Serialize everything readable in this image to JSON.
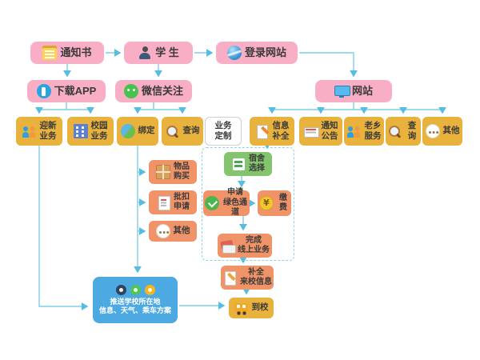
{
  "colors": {
    "pink": "#f8afc6",
    "gold": "#e9b23c",
    "orange": "#f09368",
    "green": "#85c46f",
    "blue": "#4da9e2",
    "connector": "#7fcde9"
  },
  "nodes": {
    "notice_letter": {
      "label": "通知书"
    },
    "student": {
      "label": "学 生"
    },
    "login_site": {
      "label": "登录网站"
    },
    "download_app": {
      "label": "下载APP"
    },
    "wechat_follow": {
      "label": "微信关注"
    },
    "website": {
      "label": "网站"
    },
    "orientation_service": {
      "label": "迎新\n业务"
    },
    "campus_service": {
      "label": "校园\n业务"
    },
    "bind": {
      "label": "绑定"
    },
    "query_wechat": {
      "label": "查询"
    },
    "business_custom": {
      "label": "业务\n定制"
    },
    "info_complete": {
      "label": "信息\n补全"
    },
    "announcements": {
      "label": "通知\n公告"
    },
    "hometown_service": {
      "label": "老乡\n服务"
    },
    "query_web": {
      "label": "查询"
    },
    "other_web": {
      "label": "其他"
    },
    "dorm_select": {
      "label": "宿舍\n选择"
    },
    "item_purchase": {
      "label": "物品\n购买"
    },
    "batch_deduct": {
      "label": "批扣\n申请"
    },
    "other_wechat": {
      "label": "其他"
    },
    "green_channel": {
      "label": "申请\n绿色通道"
    },
    "pay": {
      "label": "缴费"
    },
    "finish_online": {
      "label": "完成\n线上业务"
    },
    "fill_arrival": {
      "label": "补全\n来校信息"
    },
    "arrive_school": {
      "label": "到校"
    },
    "push_info": {
      "label": "推送学校所在地\n信息、天气、乘车方案"
    }
  },
  "edges": [
    {
      "from": "notice_letter",
      "to": "student"
    },
    {
      "from": "student",
      "to": "login_site"
    },
    {
      "from": "notice_letter",
      "to": "download_app"
    },
    {
      "from": "student",
      "to": "wechat_follow"
    },
    {
      "from": "login_site",
      "to": "website"
    },
    {
      "from": "download_app",
      "to": "orientation_service"
    },
    {
      "from": "download_app",
      "to": "campus_service"
    },
    {
      "from": "wechat_follow",
      "to": "bind"
    },
    {
      "from": "wechat_follow",
      "to": "query_wechat"
    },
    {
      "from": "website",
      "to": "info_complete"
    },
    {
      "from": "website",
      "to": "announcements"
    },
    {
      "from": "website",
      "to": "hometown_service"
    },
    {
      "from": "website",
      "to": "query_web"
    },
    {
      "from": "website",
      "to": "other_web"
    },
    {
      "from": "bind",
      "to": "item_purchase"
    },
    {
      "from": "bind",
      "to": "batch_deduct"
    },
    {
      "from": "bind",
      "to": "other_wechat"
    },
    {
      "from": "bind",
      "to": "push_info"
    },
    {
      "from": "orientation_service",
      "to": "push_info"
    },
    {
      "from": "info_complete",
      "to": "dorm_select"
    },
    {
      "from": "dorm_select",
      "to": "green_channel"
    },
    {
      "from": "green_channel",
      "to": "pay"
    },
    {
      "from": "pay",
      "to": "finish_online"
    },
    {
      "from": "finish_online",
      "to": "fill_arrival"
    },
    {
      "from": "fill_arrival",
      "to": "arrive_school"
    },
    {
      "from": "push_info",
      "to": "arrive_school"
    }
  ]
}
